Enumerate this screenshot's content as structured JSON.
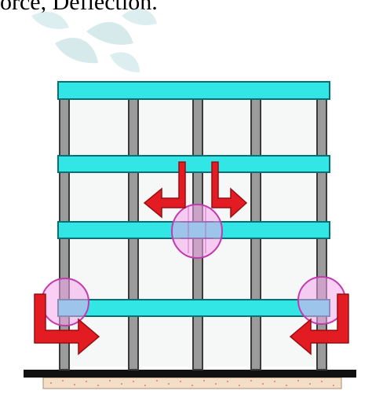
{
  "caption": {
    "text": "orce, Deflection."
  },
  "figure": {
    "colors": {
      "beam": "#33e6e6",
      "beam_stroke": "#0a6f74",
      "column": "#9b9b9b",
      "column_edge": "#3a3a3a",
      "arrow": "#e31b23",
      "arrow_stroke": "#9a0c10",
      "hinge_fill": "#f4a8ee",
      "hinge_stroke": "#c23aad",
      "ground": "#111111",
      "foundation": "#f3dfc8",
      "foundation_dots": "#e07a70",
      "watermark": "#cfe7e9"
    },
    "elements": {
      "floors": 4,
      "columns": 5,
      "plastic_hinges": 3,
      "force_arrows": 4
    }
  }
}
